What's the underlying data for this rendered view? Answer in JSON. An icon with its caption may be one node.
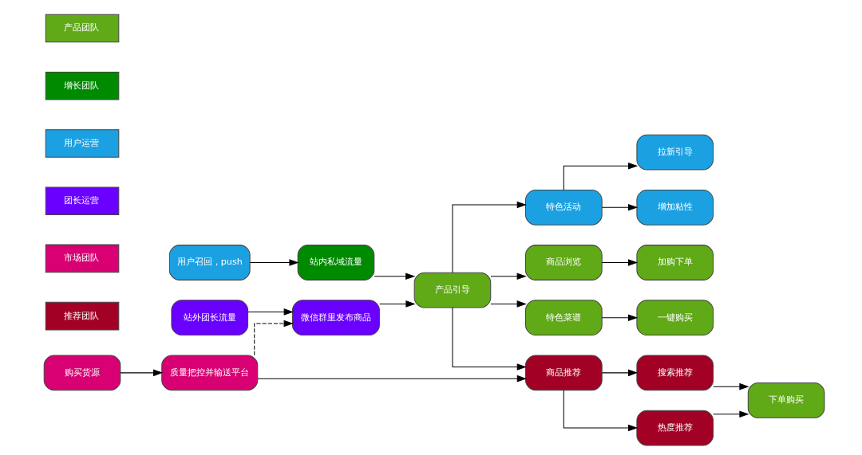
{
  "diagram": {
    "nodes": [
      {
        "text": [
          "加购下单"
        ]
      },
      {
        "text": [
          "一键购买"
        ]
      },
      {
        "text": [
          "商品浏览"
        ]
      },
      {
        "text": [
          "特色菜谱"
        ]
      },
      {
        "text": [
          "用户召回，push"
        ]
      },
      {
        "text": [
          "站内私域流量"
        ]
      },
      {
        "text": [
          "站外团长流量"
        ]
      },
      {
        "text": [
          "微信群里发布商品"
        ]
      },
      {
        "text": [
          "产品引导"
        ]
      },
      {
        "text": [
          "购买货源"
        ]
      },
      {
        "text": [
          "质量把控并输送平台"
        ]
      },
      {
        "text": [
          "商品推荐"
        ]
      },
      {
        "text": [
          "搜索推荐"
        ]
      },
      {
        "text": [
          "热度推荐"
        ]
      },
      {
        "text": [
          "下单购买"
        ]
      },
      {
        "text": [
          "特色活动"
        ]
      },
      {
        "text": [
          "拉新引导"
        ]
      },
      {
        "text": [
          "增加粘性"
        ]
      }
    ],
    "edges": [
      {
        "from": 8,
        "to": 2,
        "arrow": "to"
      },
      {
        "from": 8,
        "to": 3,
        "arrow": "to"
      },
      {
        "from": 8,
        "to": 15,
        "arrow": "to"
      },
      {
        "from": 2,
        "to": 0,
        "arrow": "to"
      },
      {
        "from": 3,
        "to": 1,
        "arrow": "to"
      },
      {
        "from": 4,
        "to": 5,
        "arrow": "to"
      },
      {
        "from": 5,
        "to": 8,
        "arrow": "to"
      },
      {
        "from": 6,
        "to": 7,
        "arrow": "to"
      },
      {
        "from": 7,
        "to": 8,
        "arrow": "to"
      },
      {
        "from": 8,
        "to": 11,
        "arrow": "to"
      },
      {
        "from": 9,
        "to": 10,
        "arrow": "to"
      },
      {
        "from": 10,
        "to": 11,
        "arrow": "to"
      },
      {
        "from": 10,
        "to": 7,
        "arrow": "to",
        "style": "dashed"
      },
      {
        "from": 11,
        "to": 12,
        "arrow": "to"
      },
      {
        "from": 11,
        "to": 13,
        "arrow": "to"
      },
      {
        "from": 12,
        "to": 14,
        "arrow": "to"
      },
      {
        "from": 13,
        "to": 14,
        "arrow": "to"
      },
      {
        "from": 15,
        "to": 16,
        "arrow": "to"
      },
      {
        "from": 15,
        "to": 17,
        "arrow": "to"
      }
    ],
    "legend": [
      {
        "text": "产品团队",
        "color": "#60a917"
      },
      {
        "text": "增长团队",
        "color": "#008a00"
      },
      {
        "text": "用户运营",
        "color": "#1ba1e2"
      },
      {
        "text": "团长运营",
        "color": "#6a00ff"
      },
      {
        "text": "市场团队",
        "color": "#d80073"
      },
      {
        "text": "推荐团队",
        "color": "#a20025"
      }
    ]
  }
}
